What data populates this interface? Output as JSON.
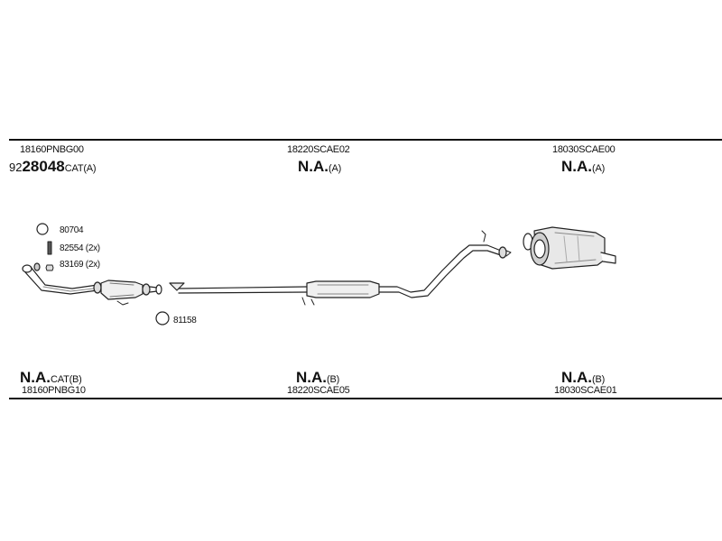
{
  "top": {
    "col1": {
      "part": "18160PNBG00",
      "prefix": "92",
      "number": "28048",
      "suffix": "CAT(A)"
    },
    "col2": {
      "part": "18220SCAE02",
      "label": "N.A.",
      "suffix": "(A)"
    },
    "col3": {
      "part": "18030SCAE00",
      "label": "N.A.",
      "suffix": "(A)"
    }
  },
  "bottom": {
    "col1": {
      "label": "N.A.",
      "suffix": "CAT(B)",
      "part": "18160PNBG10"
    },
    "col2": {
      "label": "N.A.",
      "suffix": "(B)",
      "part": "18220SCAE05"
    },
    "col3": {
      "label": "N.A.",
      "suffix": "(B)",
      "part": "18030SCAE01"
    }
  },
  "callouts": {
    "ring1": "80704",
    "bolt": "82554 (2x)",
    "nut": "83169 (2x)",
    "ring2": "81158"
  }
}
